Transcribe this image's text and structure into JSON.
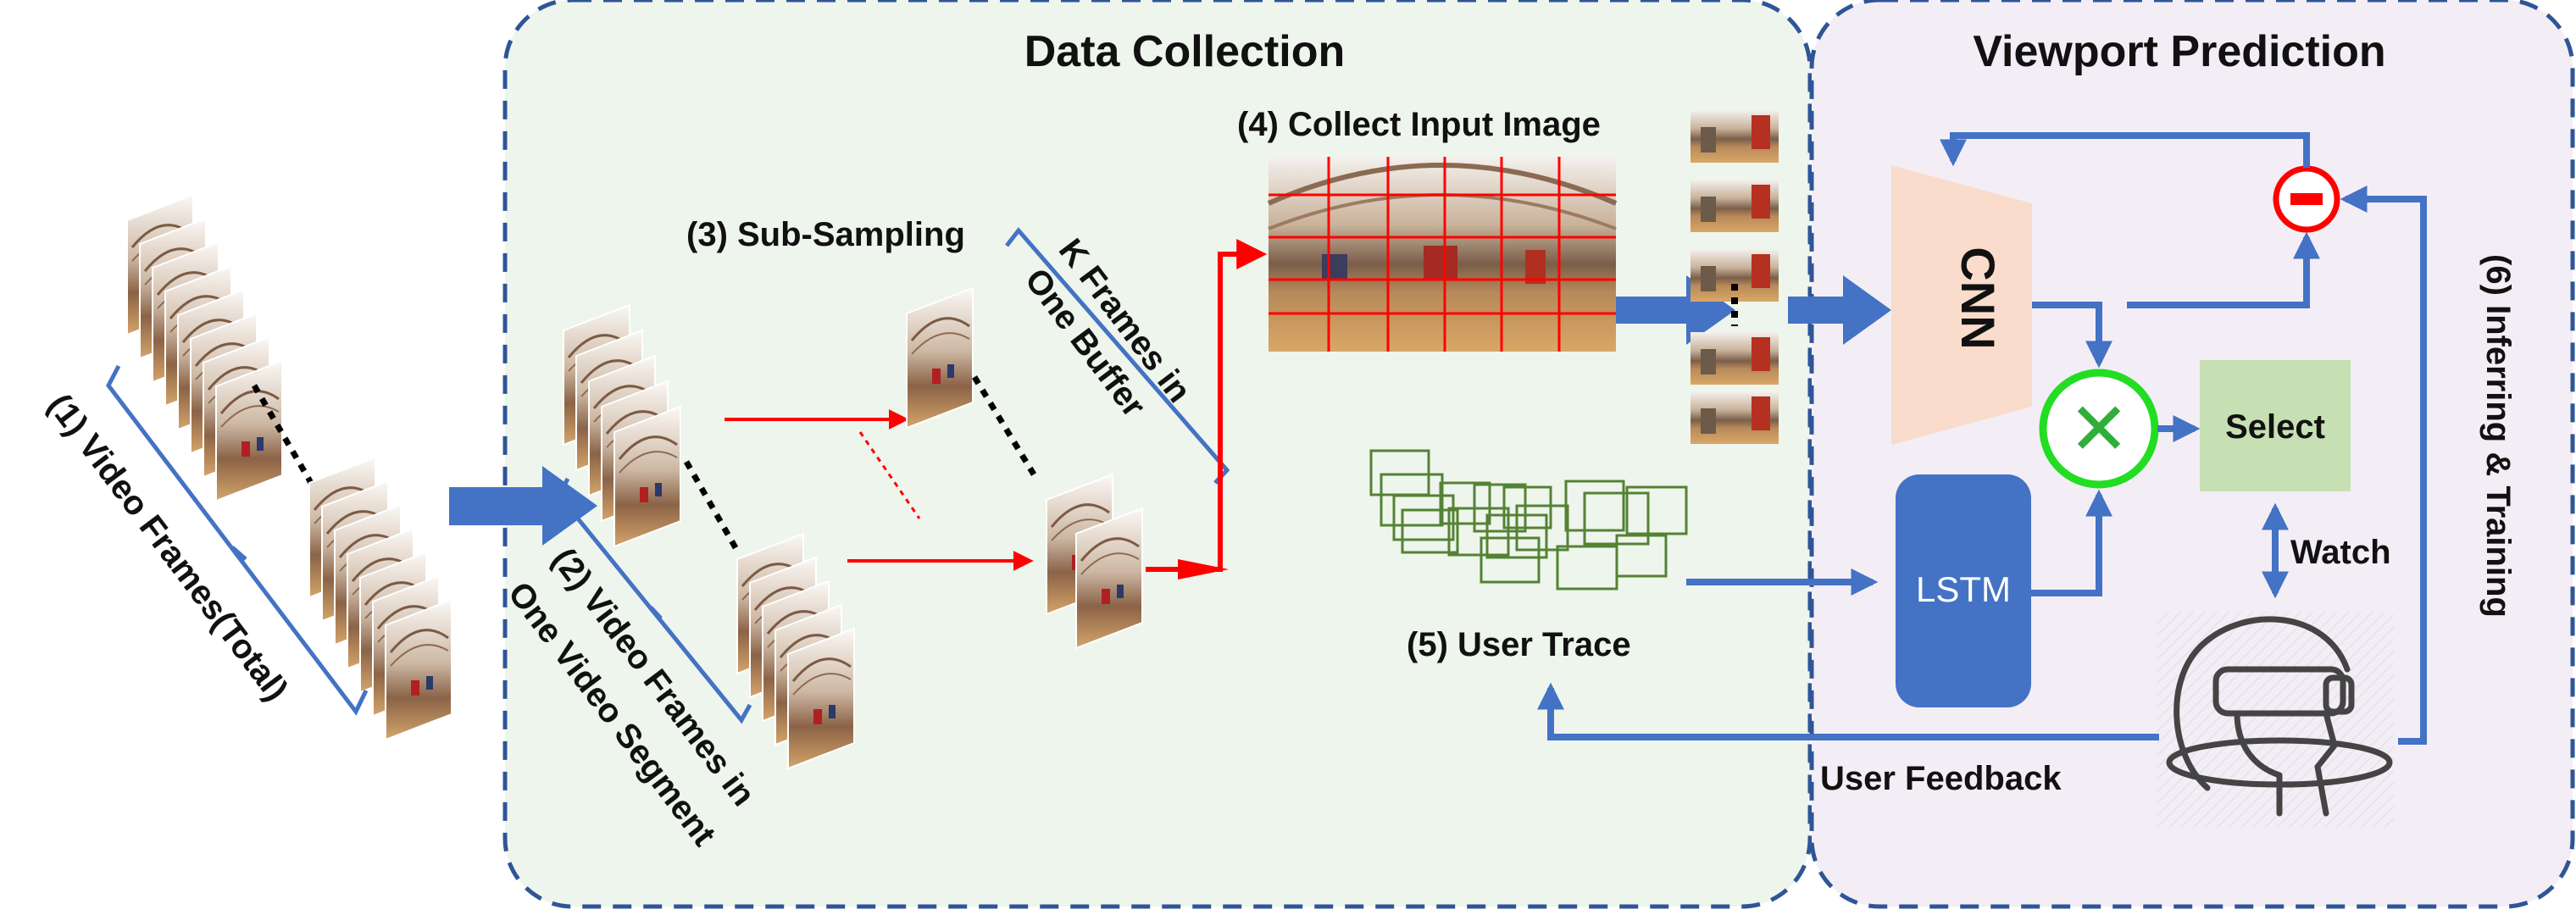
{
  "titles": {
    "data_collection": "Data Collection",
    "viewport_prediction": "Viewport Prediction"
  },
  "steps": {
    "video_frames_total": "(1) Video Frames(Total)",
    "video_frames_segment_line1": "(2) Video Frames in",
    "video_frames_segment_line2": "One Video Segment",
    "sub_sampling": "(3) Sub-Sampling",
    "k_frames_line1": "K  Frames in",
    "k_frames_line2": "One Buffer",
    "collect_input_image": "(4) Collect Input Image",
    "user_trace": "(5) User Trace",
    "inferring_training": "(6) Inferring & Training"
  },
  "blocks": {
    "cnn": "CNN",
    "lstm": "LSTM",
    "select": "Select",
    "minus_symbol": "−",
    "multiply_symbol": "✕"
  },
  "edges": {
    "watch": "Watch",
    "user_feedback": "User Feedback"
  },
  "colors": {
    "dashed_border": "#2f5597",
    "data_collection_bg": "#eef5ec",
    "viewport_bg": "#f3eef5",
    "blue_arrow": "#4472c4",
    "red_arrow": "#ff0000",
    "cnn_fill": "#f9dccb",
    "lstm_fill": "#4472c4",
    "select_fill": "#c6e0b4",
    "multiply_ring": "#22dd22",
    "minus_ring": "#ff0000",
    "trace_boxes": "#548235"
  },
  "icons": {
    "frame": "panorama-frame-icon",
    "vr_user": "vr-headset-user-icon"
  }
}
